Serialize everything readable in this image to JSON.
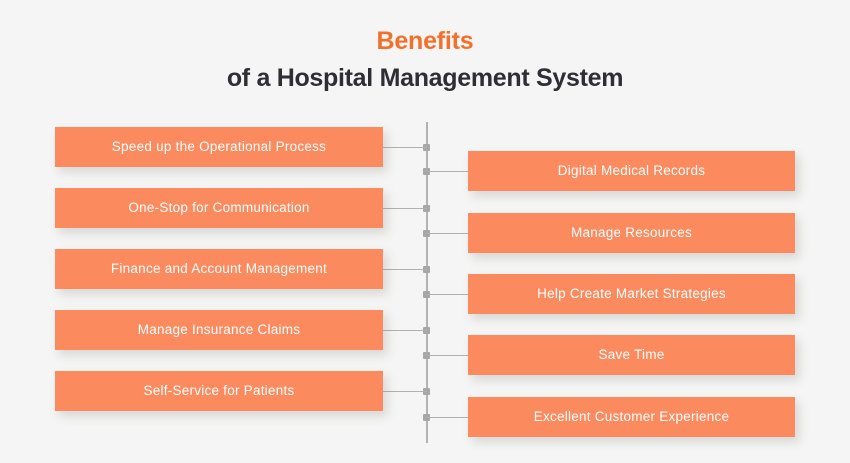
{
  "title": {
    "line1": "Benefits",
    "line2": "of a Hospital Management System",
    "accent_color": "#f4702a",
    "text_color": "#2f2f33"
  },
  "theme": {
    "background": "#f4f5f4",
    "box_color": "#fb8b5e",
    "box_text_color": "#ffffff",
    "connector_color": "#b0b0b0",
    "node_color": "#a7a7a7"
  },
  "benefits": {
    "left_column": [
      {
        "label": "Speed up the Operational Process"
      },
      {
        "label": "One-Stop for Communication"
      },
      {
        "label": "Finance and Account Management"
      },
      {
        "label": "Manage Insurance Claims"
      },
      {
        "label": "Self-Service for Patients"
      }
    ],
    "right_column": [
      {
        "label": "Digital Medical Records"
      },
      {
        "label": "Manage Resources"
      },
      {
        "label": "Help Create Market Strategies"
      },
      {
        "label": "Save Time"
      },
      {
        "label": "Excellent Customer Experience"
      }
    ]
  }
}
